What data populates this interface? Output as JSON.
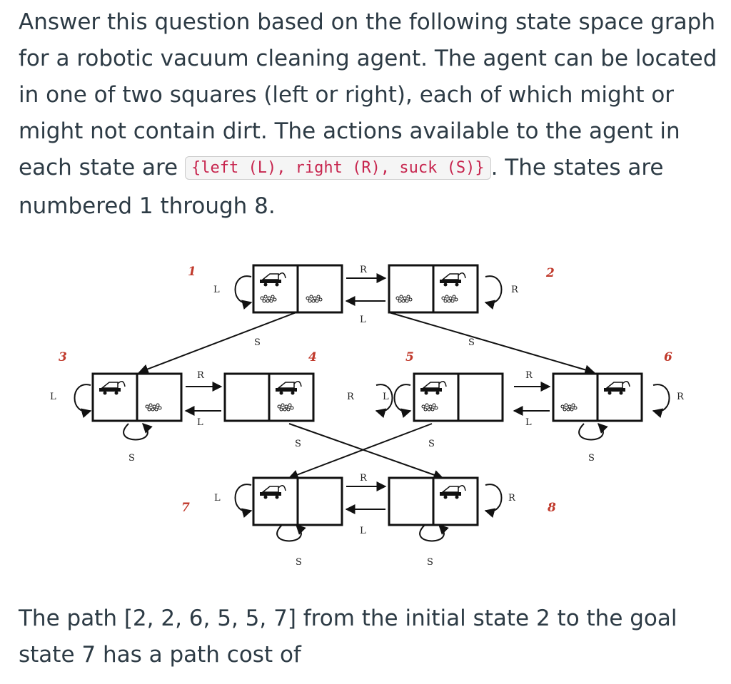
{
  "question": {
    "text_1": "Answer this question based on the following state space graph for a robotic vacuum cleaning agent. The agent can be located in one of two squares (left or right), each of which might or might not contain dirt. The actions available to the agent in each state are ",
    "code": "{left (L), right (R), suck (S)}",
    "text_2": ". The states are numbered 1 through 8.",
    "text_3": "The path [2, 2, 6, 5, 5, 7] from the initial state 2 to the goal state 7 has a path cost of"
  },
  "graph": {
    "state_numbers": [
      "1",
      "2",
      "3",
      "4",
      "5",
      "6",
      "7",
      "8"
    ],
    "action_labels": {
      "L": "L",
      "R": "R",
      "S": "S"
    },
    "colors": {
      "state_number": "#c0392b",
      "line": "#111111"
    }
  }
}
